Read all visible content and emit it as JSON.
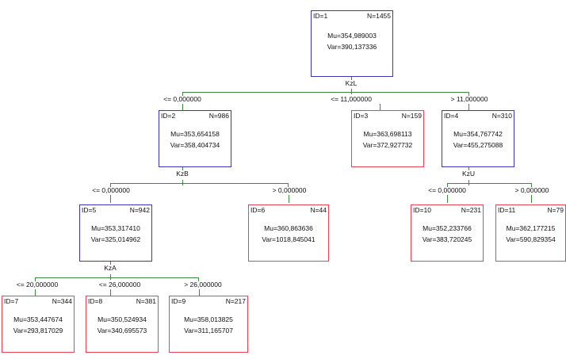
{
  "diagram": {
    "type": "regression-decision-tree",
    "root_id": 1,
    "nodes": [
      {
        "key": "n1",
        "id_label": "ID=1",
        "n_label": "N=1455",
        "mu_label": "Mu=354,989003",
        "var_label": "Var=390,137336",
        "kind": "internal",
        "split_var": "KzL"
      },
      {
        "key": "n2",
        "id_label": "ID=2",
        "n_label": "N=986",
        "mu_label": "Mu=353,654158",
        "var_label": "Var=358,404734",
        "kind": "internal",
        "split_var": "KzB"
      },
      {
        "key": "n3",
        "id_label": "ID=3",
        "n_label": "N=159",
        "mu_label": "Mu=363,698113",
        "var_label": "Var=372,927732",
        "kind": "leaf",
        "split_var": ""
      },
      {
        "key": "n4",
        "id_label": "ID=4",
        "n_label": "N=310",
        "mu_label": "Mu=354,767742",
        "var_label": "Var=455,275088",
        "kind": "internal",
        "split_var": "KzU"
      },
      {
        "key": "n5",
        "id_label": "ID=5",
        "n_label": "N=942",
        "mu_label": "Mu=353,317410",
        "var_label": "Var=325,014962",
        "kind": "internal",
        "split_var": "KzA"
      },
      {
        "key": "n6",
        "id_label": "ID=6",
        "n_label": "N=44",
        "mu_label": "Mu=360,863636",
        "var_label": "Var=1018,845041",
        "kind": "leaf",
        "split_var": ""
      },
      {
        "key": "n10",
        "id_label": "ID=10",
        "n_label": "N=231",
        "mu_label": "Mu=352,233766",
        "var_label": "Var=383,720245",
        "kind": "leaf",
        "split_var": ""
      },
      {
        "key": "n11",
        "id_label": "ID=11",
        "n_label": "N=79",
        "mu_label": "Mu=362,177215",
        "var_label": "Var=590,829354",
        "kind": "leaf",
        "split_var": ""
      },
      {
        "key": "n7",
        "id_label": "ID=7",
        "n_label": "N=344",
        "mu_label": "Mu=353,447674",
        "var_label": "Var=293,817029",
        "kind": "leaf",
        "split_var": ""
      },
      {
        "key": "n8",
        "id_label": "ID=8",
        "n_label": "N=381",
        "mu_label": "Mu=350,524934",
        "var_label": "Var=340,695573",
        "kind": "leaf",
        "split_var": ""
      },
      {
        "key": "n9",
        "id_label": "ID=9",
        "n_label": "N=217",
        "mu_label": "Mu=358,013825",
        "var_label": "Var=311,165707",
        "kind": "leaf",
        "split_var": ""
      }
    ],
    "splits": [
      {
        "key": "s1",
        "parent": "n1",
        "variable": "KzL",
        "edges": [
          {
            "label": "<= 0,000000",
            "child": "n2"
          },
          {
            "label": "<= 11,000000",
            "child": "n3"
          },
          {
            "label": "> 11,000000",
            "child": "n4"
          }
        ]
      },
      {
        "key": "s2",
        "parent": "n2",
        "variable": "KzB",
        "edges": [
          {
            "label": "<= 0,000000",
            "child": "n5"
          },
          {
            "label": "> 0,000000",
            "child": "n6"
          }
        ]
      },
      {
        "key": "s4",
        "parent": "n4",
        "variable": "KzU",
        "edges": [
          {
            "label": "<= 0,000000",
            "child": "n10"
          },
          {
            "label": "> 0,000000",
            "child": "n11"
          }
        ]
      },
      {
        "key": "s5",
        "parent": "n5",
        "variable": "KzA",
        "edges": [
          {
            "label": "<= 20,000000",
            "child": "n7"
          },
          {
            "label": "<= 26,000000",
            "child": "n8"
          },
          {
            "label": "> 26,000000",
            "child": "n9"
          }
        ]
      }
    ],
    "colors": {
      "internal_border": "#3b34bd",
      "leaf_border": "#ef4056",
      "connector": "#3d8b3d",
      "text": "#111111",
      "background": "#ffffff"
    }
  }
}
